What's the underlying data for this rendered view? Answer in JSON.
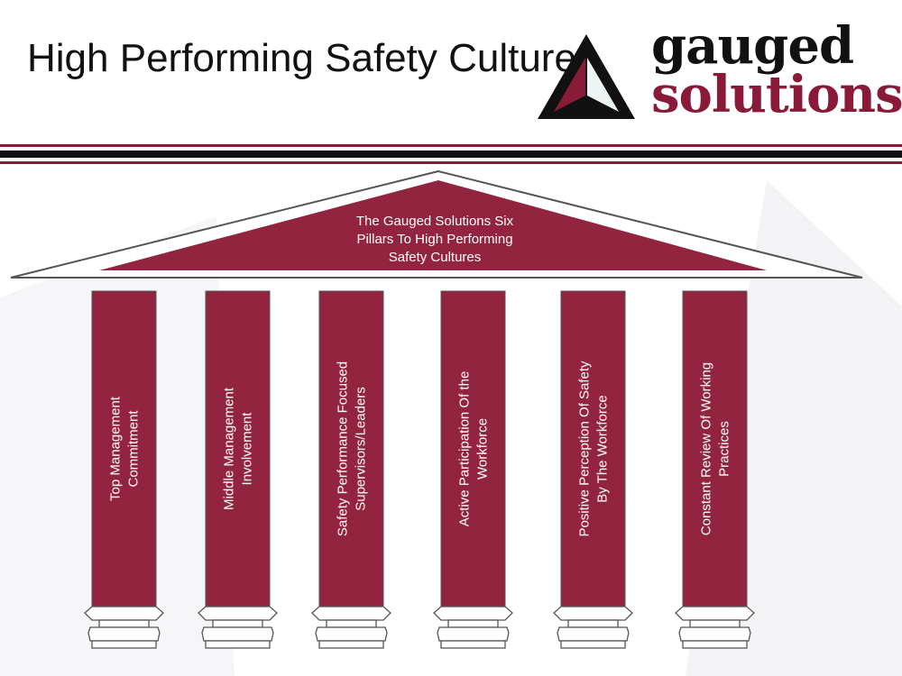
{
  "title": "High Performing Safety Cultures",
  "logo": {
    "line1": "gauged",
    "line2": "solutions"
  },
  "colors": {
    "maroon": "#93243f",
    "black": "#111111"
  },
  "roof": {
    "label_lines": [
      "The Gauged Solutions Six",
      "Pillars To High Performing",
      "Safety Cultures"
    ]
  },
  "pillars": [
    {
      "lines": [
        "Top Management",
        "Commitment"
      ]
    },
    {
      "lines": [
        "Middle Management",
        "Involvement"
      ]
    },
    {
      "lines": [
        "Safety Performance Focused",
        "Supervisors/Leaders"
      ]
    },
    {
      "lines": [
        "Active Participation Of the",
        "Workforce"
      ]
    },
    {
      "lines": [
        "Positive Perception Of Safety",
        "By The Workforce"
      ]
    },
    {
      "lines": [
        "Constant Review Of Working",
        "Practices"
      ]
    }
  ]
}
